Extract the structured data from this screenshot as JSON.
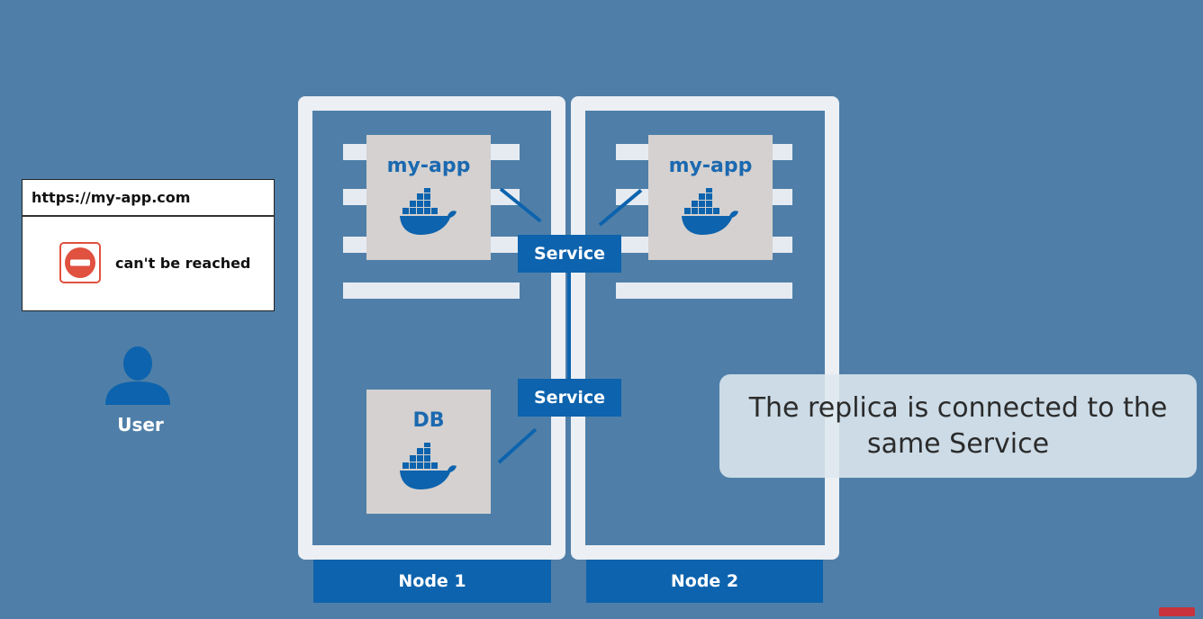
{
  "browser": {
    "url": "https://my-app.com",
    "error_text": "can't be reached",
    "error_icon": "no-entry-icon"
  },
  "user": {
    "label": "User",
    "icon": "person-icon"
  },
  "nodes": [
    {
      "label": "Node 1"
    },
    {
      "label": "Node 2"
    }
  ],
  "pods": [
    {
      "title": "my-app",
      "icon": "docker-whale-icon"
    },
    {
      "title": "my-app",
      "icon": "docker-whale-icon"
    },
    {
      "title": "DB",
      "icon": "docker-whale-icon"
    }
  ],
  "services": [
    {
      "label": "Service"
    },
    {
      "label": "Service"
    }
  ],
  "caption": {
    "text": "The replica is connected to the same Service"
  },
  "colors": {
    "background": "#4f7fa8",
    "accent": "#0d63ad",
    "pod_title": "#1b69b0",
    "error_red": "#e0513f"
  }
}
